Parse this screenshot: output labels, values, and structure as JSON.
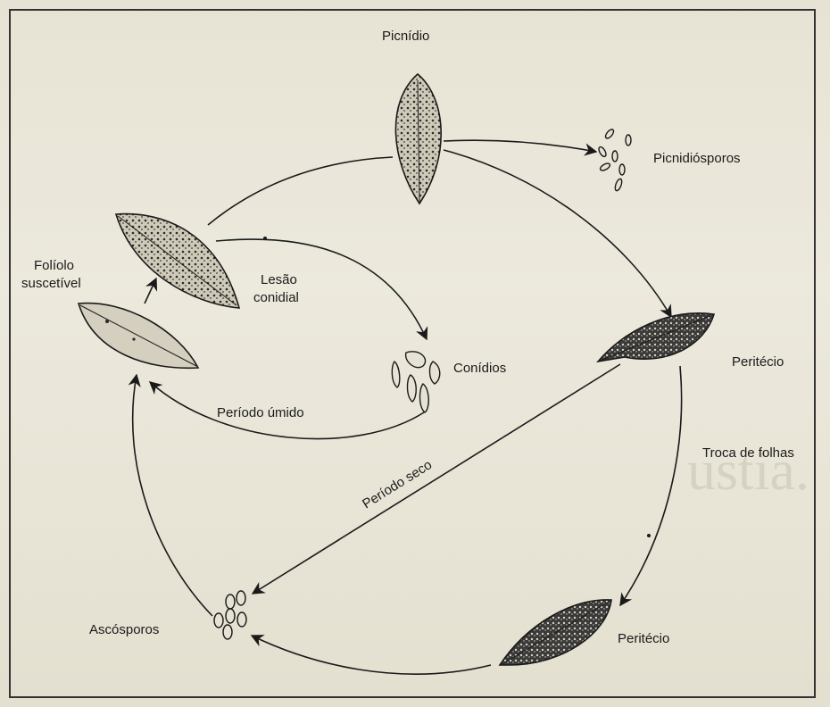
{
  "diagram": {
    "labels": {
      "picnidio": "Picnídio",
      "picnidiosporos": "Picnidiósporos",
      "peritecio_top": "Peritécio",
      "troca_de_folhas": "Troca de folhas",
      "peritecio_bottom": "Peritécio",
      "ascosporos": "Ascósporos",
      "foliolo_line1": "Folíolo",
      "foliolo_line2": "suscetível",
      "lesao_line1": "Lesão",
      "lesao_line2": "conidial",
      "conidios": "Conídios",
      "periodo_umido": "Período úmido",
      "periodo_seco": "Período seco"
    },
    "colors": {
      "ink": "#1a1a1a",
      "paper": "#ece9dd",
      "leaf_fill": "#cfcab8"
    }
  }
}
